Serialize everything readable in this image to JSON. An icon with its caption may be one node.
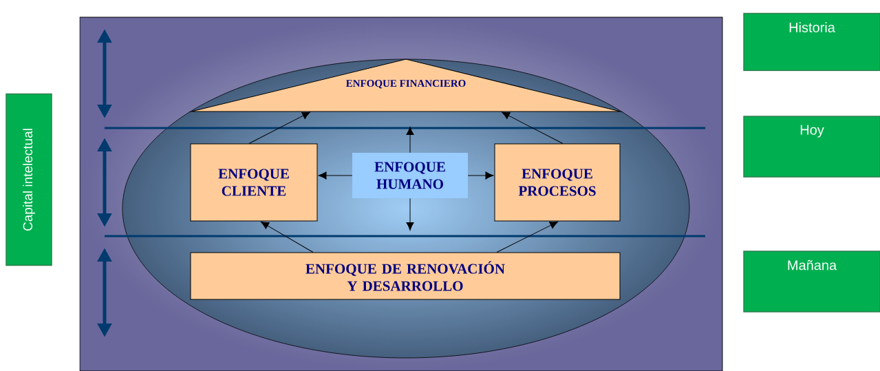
{
  "diagram": {
    "nodes": [
      {
        "text": [
          "Capital intelectual"
        ]
      },
      {
        "text": [
          "Historia"
        ]
      },
      {
        "text": [
          "Hoy"
        ]
      },
      {
        "text": [
          "Mañana"
        ]
      },
      {
        "text": [
          "ENFOQUE FINANCIERO"
        ]
      },
      {
        "text": [
          "ENFOQUE CLIENTE"
        ]
      },
      {
        "text": [
          "ENFOQUE HUMANO"
        ]
      },
      {
        "text": [
          "ENFOQUE PROCESOS"
        ]
      },
      {
        "text": [
          "ENFOQUE DE RENOVACIÓN Y DESARROLLO"
        ]
      }
    ],
    "edges": [
      {
        "from": 5,
        "to": 4,
        "arrow": "to"
      },
      {
        "from": 7,
        "to": 4,
        "arrow": "to"
      },
      {
        "from": 6,
        "to": null,
        "arrow": "to"
      },
      {
        "from": 6,
        "to": 5,
        "arrow": "to"
      },
      {
        "from": 6,
        "to": 7,
        "arrow": "to"
      },
      {
        "from": 6,
        "to": null,
        "arrow": "to"
      },
      {
        "from": 8,
        "to": 5,
        "arrow": "to"
      },
      {
        "from": 8,
        "to": 7,
        "arrow": "to"
      }
    ]
  }
}
